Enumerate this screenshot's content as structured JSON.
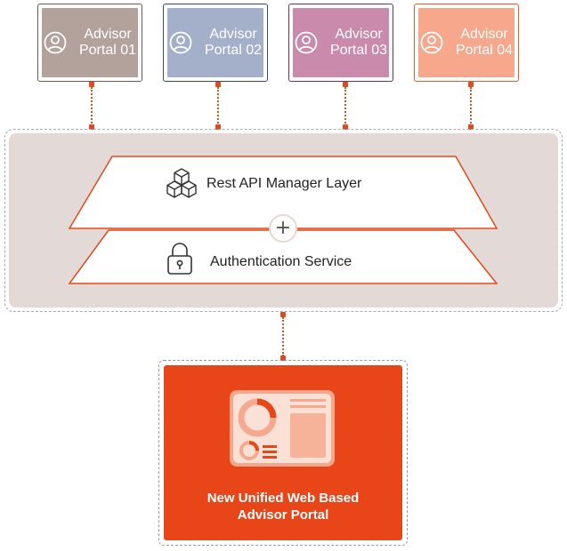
{
  "portals": [
    {
      "label": "Advisor\nPortal 01",
      "color": "#b3a19b",
      "icon": "user-circle-icon"
    },
    {
      "label": "Advisor\nPortal 02",
      "color": "#a4b0ca",
      "icon": "user-circle-icon"
    },
    {
      "label": "Advisor\nPortal 03",
      "color": "#c98aab",
      "icon": "user-circle-icon"
    },
    {
      "label": "Advisor\nPortal 04",
      "color": "#f7a78b",
      "icon": "user-circle-icon"
    }
  ],
  "layers": {
    "api_label": "Rest API Manager Layer",
    "api_icon": "cubes-icon",
    "auth_label": "Authentication Service",
    "auth_icon": "padlock-icon",
    "plus_symbol": "+",
    "accent_color": "#e14a1c",
    "container_color": "#e3d9d6"
  },
  "unified_portal": {
    "title": "New Unified Web Based\nAdvisor Portal",
    "icon": "dashboard-icon",
    "color": "#e84518"
  }
}
